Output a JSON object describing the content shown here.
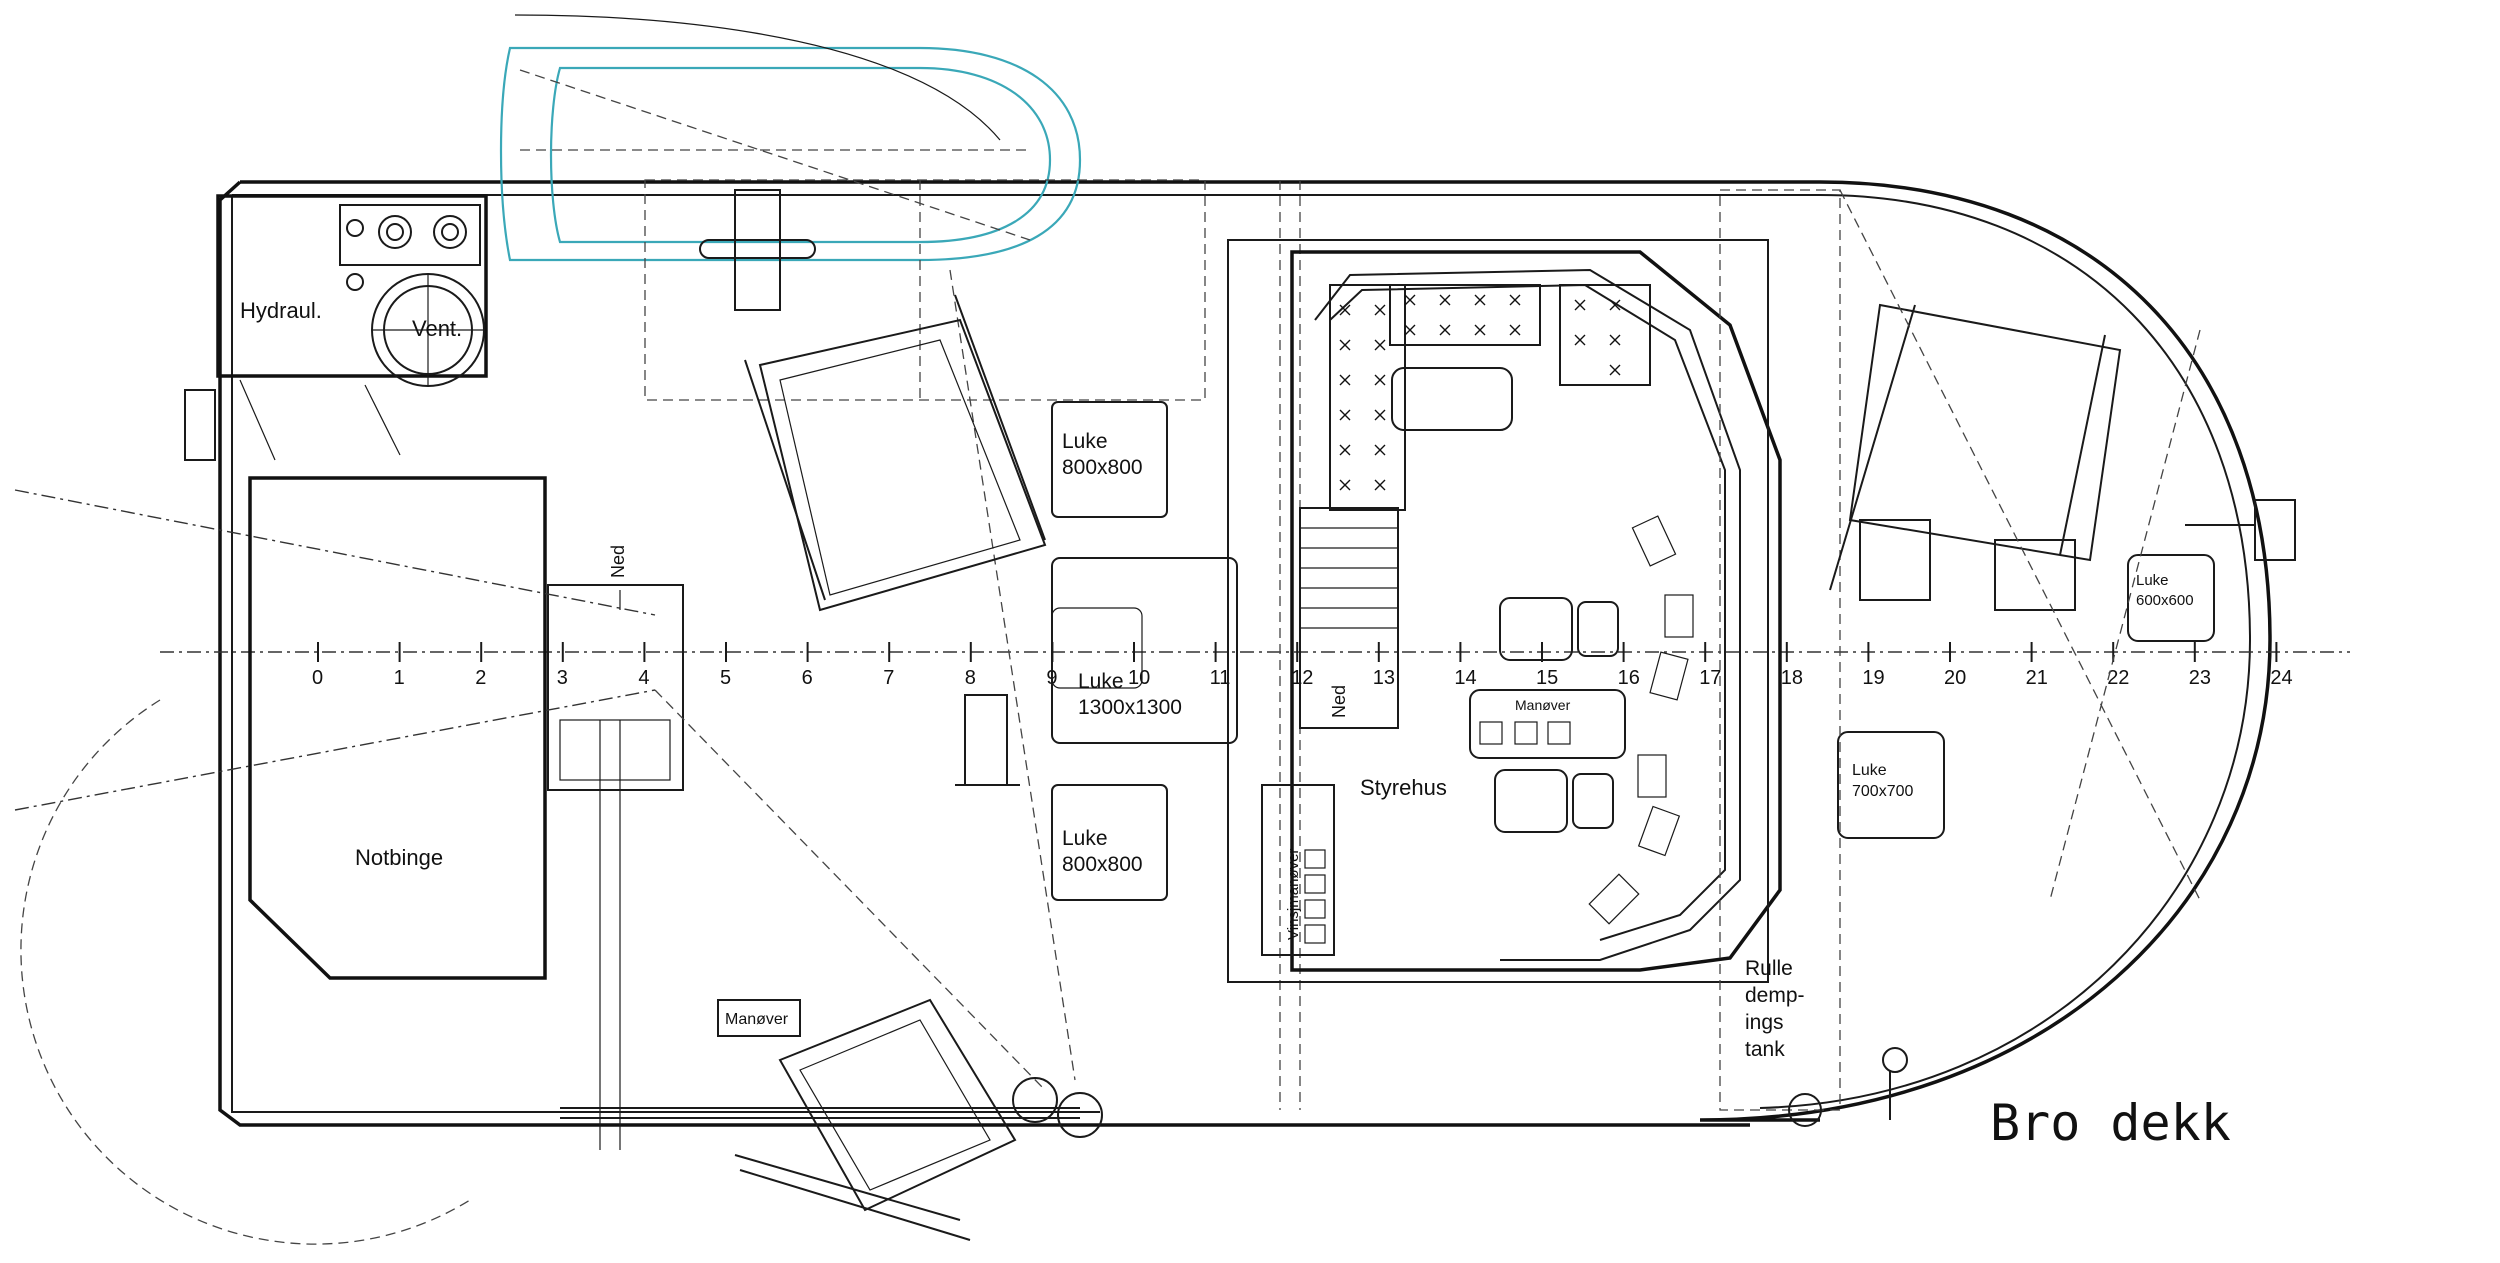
{
  "drawing": {
    "title": "Bro dekk",
    "frame_numbers": [
      "0",
      "1",
      "2",
      "3",
      "4",
      "5",
      "6",
      "7",
      "8",
      "9",
      "10",
      "11",
      "12",
      "13",
      "14",
      "15",
      "16",
      "17",
      "18",
      "19",
      "20",
      "21",
      "22",
      "23",
      "24"
    ]
  },
  "rooms": {
    "hydraul": "Hydraul.",
    "vent": "Vent.",
    "notbinge": "Notbinge",
    "styrehus": "Styrehus",
    "rulle_1": "Rulle",
    "rulle_2": "demp-",
    "rulle_3": "ings",
    "rulle_4": "tank"
  },
  "hatches": {
    "luke_a_1": "Luke",
    "luke_a_2": "800x800",
    "luke_b_1": "Luke",
    "luke_b_2": "1300x1300",
    "luke_c_1": "Luke",
    "luke_c_2": "800x800",
    "luke_d_1": "Luke",
    "luke_d_2": "600x600",
    "luke_e_1": "Luke",
    "luke_e_2": "700x700"
  },
  "labels": {
    "ned_stair_1": "Ned",
    "ned_stair_2": "Ned",
    "manover_console": "Manøver",
    "manover_deck": "Manøver",
    "vinsjmanover": "Vinsjmanøver"
  }
}
